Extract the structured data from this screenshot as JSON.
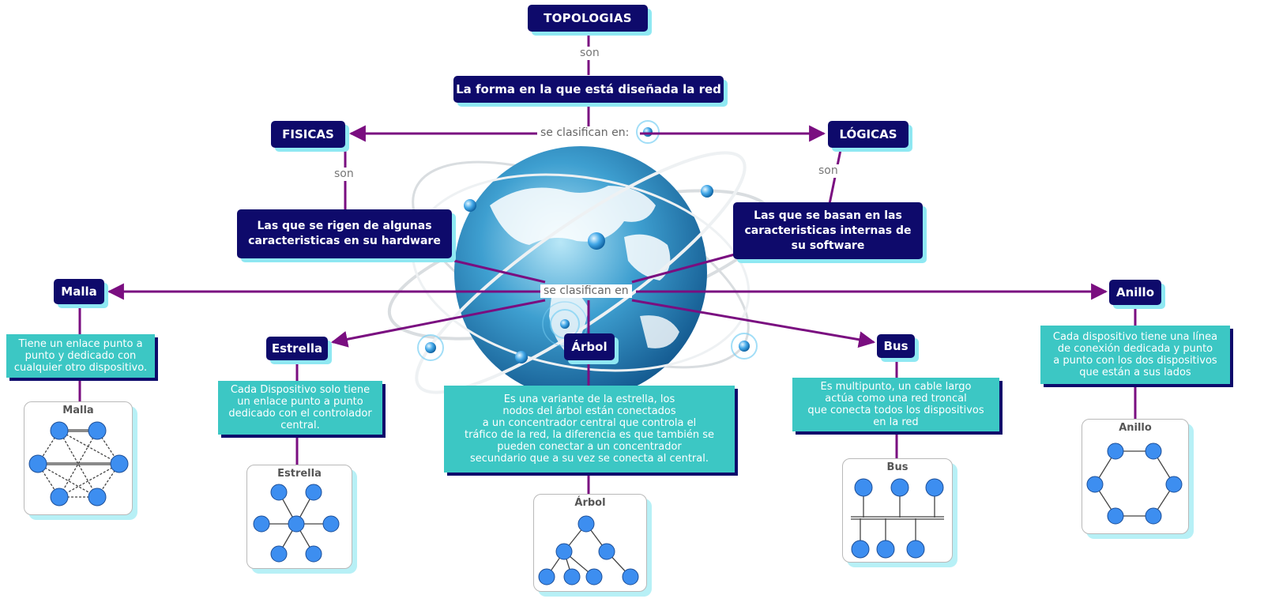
{
  "title": "TOPOLOGIAS",
  "link_son": "son",
  "definition": "La forma en la que está diseñada la red",
  "classify_top": "se clasifican en:",
  "classify_mid": "se clasifican en",
  "fisicas": {
    "label": "FISICAS",
    "son": "son",
    "desc": "Las que se rigen de algunas\ncaracteristicas en su hardware"
  },
  "logicas": {
    "label": "LÓGICAS",
    "son": "son",
    "desc": "Las que se basan  en las\ncaracteristicas internas de\nsu software"
  },
  "types": [
    {
      "label": "Malla",
      "desc": "Tiene un enlace punto a\npunto y dedicado con\ncualquier otro dispositivo.",
      "diagram_title": "Malla"
    },
    {
      "label": "Estrella",
      "desc": "Cada Dispositivo solo tiene\nun enlace punto a punto\ndedicado con el controlador\ncentral.",
      "diagram_title": "Estrella"
    },
    {
      "label": "Árbol",
      "desc": "Es una variante de la estrella, los\nnodos del árbol están conectados\na un concentrador central que controla el\ntráfico de la red, la diferencia es que también se\npueden conectar a un concentrador\nsecundario que a su vez se conecta al central.",
      "diagram_title": "Árbol"
    },
    {
      "label": "Bus",
      "desc": "Es multipunto, un cable largo\nactúa como una red troncal\nque conecta todos los dispositivos\nen la red",
      "diagram_title": "Bus"
    },
    {
      "label": "Anillo",
      "desc": "Cada dispositivo tiene una línea\nde conexión dedicada  y punto\na punto con los dos dispositivos\nque están a sus lados",
      "diagram_title": "Anillo"
    }
  ],
  "colors": {
    "node_bg": "#0e0a6b",
    "node_shadow": "#8fe8f2",
    "desc_bg": "#3cc7c4",
    "connector": "#7a0e80",
    "globe": "#2b86b5",
    "device_node": "#3d8ef0"
  }
}
